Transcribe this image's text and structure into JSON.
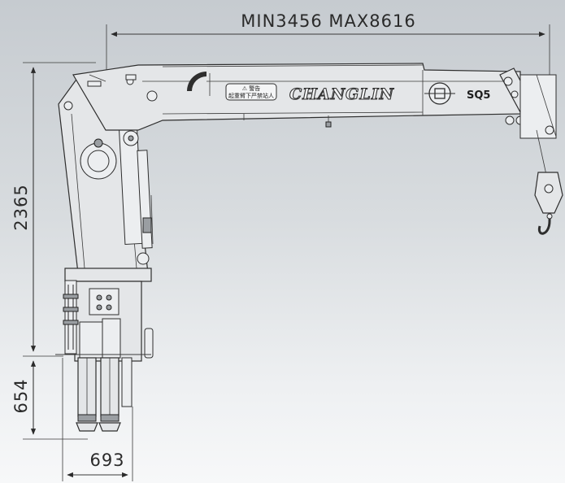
{
  "dimensions": {
    "reach_range": "MIN3456 MAX8616",
    "height_top": "2365",
    "height_bottom": "654",
    "base_width": "693"
  },
  "decal": {
    "brand": "CHANGLIN",
    "model": "SQ5",
    "warning_title": "⚠ 警告",
    "warning_text": "起重臂下严禁站人"
  },
  "colors": {
    "line": "#3a3a3a",
    "part_fill": "#e4e6e8"
  }
}
